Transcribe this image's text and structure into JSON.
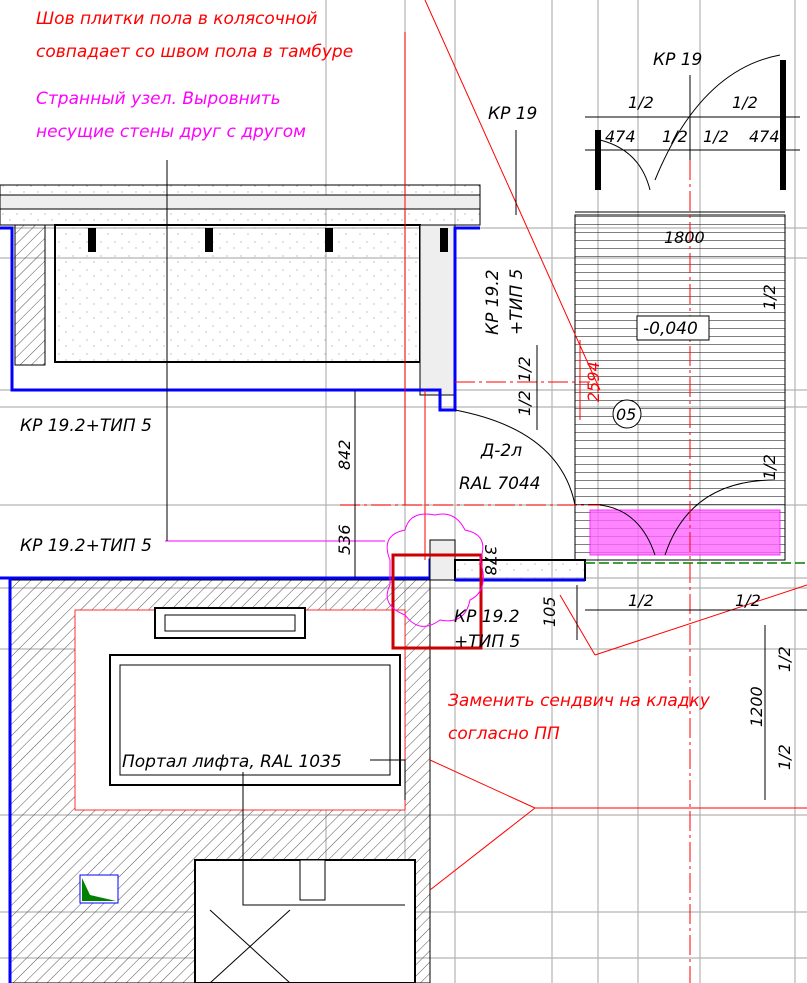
{
  "notes": {
    "floor_seam": [
      "Шов плитки пола в колясочной",
      "совпадает со швом пола в тамбуре"
    ],
    "strange_node": [
      "Странный узел. Выровнить",
      "несущие стены друг с другом"
    ],
    "replace_sandwich": [
      "Заменить сендвич на кладку",
      "согласно ПП"
    ]
  },
  "labels": {
    "kr19_top": "КР 19",
    "kr19_left": "КР 19",
    "kr192_vertical": [
      "КР 19.2",
      "+ТИП 5"
    ],
    "kr192_left_1": "КР 19.2+ТИП 5",
    "kr192_left_2": "КР 19.2+ТИП 5",
    "kr192_center": [
      "КР 19.2",
      "+ТИП 5"
    ],
    "door": "Д-2л",
    "door_ral": "RAL 7044",
    "elevator_portal": "Портал лифта, RAL 1035",
    "level": "-0,040",
    "room_number": "05"
  },
  "dimensions": {
    "half": "1/2",
    "d474": "474",
    "d1800": "1800",
    "d2594": "2594",
    "d842": "842",
    "d536": "536",
    "d378": "378",
    "d105": "105",
    "d1200": "1200"
  },
  "colors": {
    "red": "#ff0000",
    "magenta": "#ff00ff",
    "blue": "#0000ff",
    "grid": "#b4b4b4",
    "green": "#008000"
  }
}
